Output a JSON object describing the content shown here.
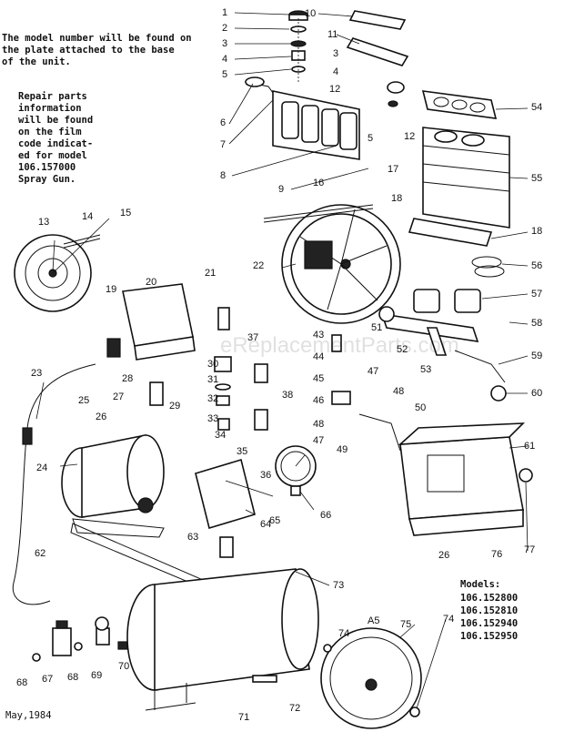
{
  "notes": {
    "model_location": "The model number will be found on\nthe plate attached to the base\nof the unit.",
    "repair_info": "Repair parts\ninformation\nwill be found\non the film\ncode indicat-\ned for model\n106.157000\nSpray Gun.",
    "models_header": "Models:",
    "models": [
      "106.152800",
      "106.152810",
      "106.152940",
      "106.152950"
    ],
    "date": "May,1984"
  },
  "watermark": "eReplacementParts.com",
  "callouts": [
    "1",
    "2",
    "3",
    "4",
    "5",
    "10",
    "11",
    "3",
    "4",
    "12",
    "5",
    "6",
    "7",
    "8",
    "9",
    "16",
    "17",
    "12",
    "54",
    "55",
    "18",
    "18",
    "13",
    "14",
    "15",
    "20",
    "19",
    "21",
    "22",
    "37",
    "56",
    "57",
    "58",
    "51",
    "43",
    "44",
    "30",
    "31",
    "32",
    "33",
    "34",
    "29",
    "35",
    "38",
    "45",
    "46",
    "47",
    "48",
    "48",
    "47",
    "49",
    "50",
    "52",
    "53",
    "59",
    "60",
    "23",
    "28",
    "27",
    "26",
    "25",
    "24",
    "36",
    "65",
    "66",
    "61",
    "62",
    "63",
    "64",
    "26",
    "76",
    "77",
    "73",
    "74",
    "75",
    "74",
    "A5",
    "68",
    "67",
    "68",
    "69",
    "70",
    "71",
    "72"
  ]
}
